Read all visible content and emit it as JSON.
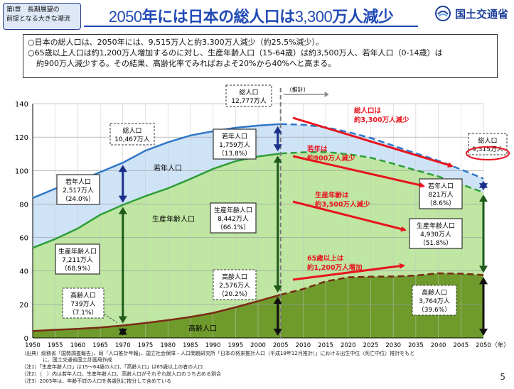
{
  "header": {
    "chapter_line1": "第Ⅰ章　長期展望の",
    "chapter_line2": "前提となる大きな潮流",
    "title_pre": "2050",
    "title_mid": "年には日本の総人口は",
    "title_num": "3,300",
    "title_post": "万人減少",
    "ministry": "国土交通省"
  },
  "summary": {
    "line1": "○日本の総人口は、2050年には、9,515万人と約3,300万人減少（約25.5%減少）。",
    "line2": "○65歳以上人口は約1,200万人増加するのに対し、生産年齢人口（15-64歳）は約3,500万人、若年人口（0-14歳）は",
    "line3": "約900万人減少する。その結果、高齢化率でみればおよそ20%から40%へと高まる。"
  },
  "chart_data": {
    "type": "area",
    "x": [
      1950,
      1955,
      1960,
      1965,
      1970,
      1975,
      1980,
      1985,
      1990,
      1995,
      2000,
      2005,
      2010,
      2015,
      2020,
      2025,
      2030,
      2035,
      2040,
      2045,
      2050
    ],
    "x_tick_labels": [
      "1950",
      "1955",
      "1960",
      "1965",
      "1970",
      "1975",
      "1980",
      "1985",
      "1990",
      "1995",
      "2000",
      "2005",
      "2010",
      "2015",
      "2020",
      "2025",
      "2030",
      "2035",
      "2040",
      "2045",
      "2050"
    ],
    "x_unit": "（年）",
    "ylim": [
      0,
      140
    ],
    "y_ticks": [
      0,
      20,
      40,
      60,
      80,
      100,
      120,
      140
    ],
    "series": [
      {
        "name": "高齢人口",
        "values": [
          4.1,
          4.8,
          5.4,
          6.2,
          7.4,
          8.9,
          10.6,
          12.5,
          14.9,
          18.3,
          22.0,
          25.8,
          29.2,
          33.8,
          36.2,
          36.6,
          36.7,
          37.3,
          38.6,
          38.4,
          37.6
        ],
        "color": "#6f9b2c"
      },
      {
        "name": "生産年齢人口",
        "values": [
          49.7,
          54.3,
          60.0,
          67.4,
          72.1,
          75.8,
          78.8,
          82.5,
          86.1,
          87.3,
          86.4,
          84.4,
          81.7,
          77.3,
          73.6,
          71.1,
          67.4,
          62.9,
          57.9,
          53.5,
          49.3
        ],
        "color": "#bfe6a2"
      },
      {
        "name": "若年人口",
        "values": [
          29.8,
          30.1,
          28.1,
          25.5,
          25.2,
          27.2,
          27.5,
          26.0,
          22.5,
          20.0,
          18.5,
          17.6,
          16.5,
          14.8,
          13.2,
          11.8,
          10.8,
          10.1,
          9.4,
          8.8,
          8.2
        ],
        "color": "#cfe3f7"
      }
    ],
    "total_values": [
      83.6,
      89.2,
      93.5,
      99.1,
      104.7,
      111.9,
      116.9,
      121.0,
      123.5,
      125.6,
      126.9,
      127.8,
      127.4,
      125.9,
      123.0,
      119.5,
      114.9,
      110.3,
      105.9,
      100.7,
      95.2
    ],
    "projection_from": 2005,
    "projection_label": "（推計）",
    "callouts": {
      "y1970_total": [
        "総人口",
        "10,467万人"
      ],
      "y2005_total": [
        "総人口",
        "12,777万人"
      ],
      "y2050_total": [
        "総人口",
        "9,515万人"
      ],
      "y1950_young": [
        "若年人口",
        "2,517万人",
        "（24.0%）"
      ],
      "y1950_working": [
        "生産年齢人口",
        "7,211万人",
        "（68.9%）"
      ],
      "y1950_elderly": [
        "高齢人口",
        "739万人",
        "（7.1%）"
      ],
      "y2005_young": [
        "若年人口",
        "1,759万人",
        "（13.8%）"
      ],
      "y2005_working": [
        "生産年齢人口",
        "8,442万人",
        "（66.1%）"
      ],
      "y2005_elderly": [
        "高齢人口",
        "2,576万人",
        "（20.2%）"
      ],
      "y2050_young": [
        "若年人口",
        "821万人",
        "（8.6%）"
      ],
      "y2050_working": [
        "生産年齢人口",
        "4,930万人",
        "（51.8%）"
      ],
      "y2050_elderly": [
        "高齢人口",
        "3,764万人",
        "（39.6%）"
      ]
    },
    "area_labels": {
      "young": "若年人口",
      "working": "生産年齢人口",
      "elderly": "高齢人口"
    },
    "change_labels": {
      "total": [
        "総人口は",
        "約3,300万人減少"
      ],
      "young": [
        "若年は",
        "約900万人減少"
      ],
      "working": [
        "生産年齢は",
        "約3,500万人減少"
      ],
      "elderly": [
        "65歳以上は",
        "約1,200万人増加"
      ]
    },
    "colors": {
      "accent_red": "#e8141e",
      "old_dark": "#7a2a14",
      "dark_green": "#1f5a1a",
      "blue_line": "#2f77c8",
      "navy": "#1c2f8a"
    }
  },
  "footnotes": {
    "source1": "（出典）総務省「国勢調査報告」、同「人口推計年報」、国立社会保障・人口問題研究所「日本の将来推計人口（平成18年12月推計）」における出生中位（死亡中位）推計をもと",
    "source2": "に、国土交通省国土計画局作成",
    "note1": "（注1）「生産年齢人口」は15～64歳の人口、「高齢人口」は65歳以上の者の人口",
    "note2": "（注2）（　）内は若年人口、生産年齢人口、高齢人口がそれぞれ総人口のうち占める割合",
    "note3": "（注3）2005年は、年齢不詳の人口を各歳別に按分して含めている"
  },
  "page_number": "5"
}
